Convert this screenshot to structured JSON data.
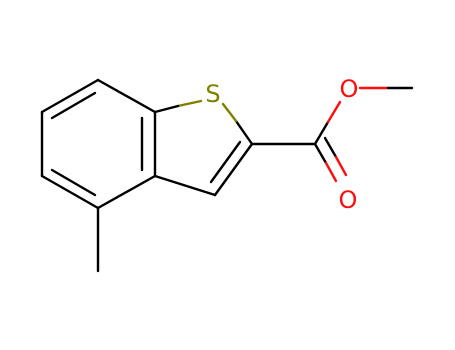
{
  "molecule": {
    "atoms": {
      "sulfur": {
        "symbol": "S",
        "color": "#808000"
      },
      "ester_oxygen": {
        "symbol": "O",
        "color": "#ff0d0d"
      },
      "carbonyl_oxygen": {
        "symbol": "O",
        "color": "#ff0d0d"
      }
    },
    "colors": {
      "bond": "#000000",
      "background": "#ffffff"
    }
  }
}
